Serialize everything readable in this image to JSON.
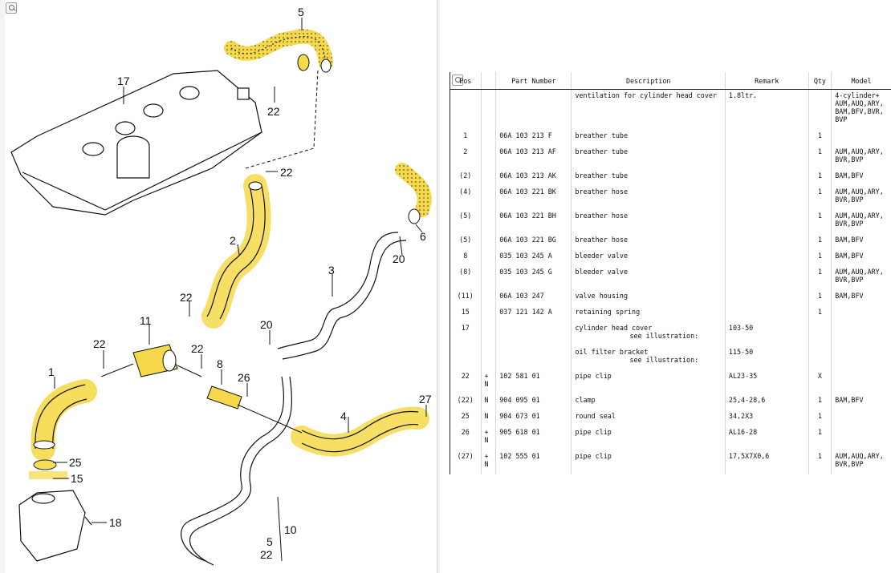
{
  "diagram": {
    "callouts": [
      "5",
      "17",
      "22",
      "22",
      "6",
      "20",
      "2",
      "3",
      "22",
      "11",
      "20",
      "22",
      "22",
      "8",
      "26",
      "1",
      "27",
      "4",
      "25",
      "15",
      "18",
      "10",
      "5",
      "22"
    ]
  },
  "table": {
    "headers": {
      "pos": "Pos",
      "part": "Part Number",
      "desc": "Description",
      "remark": "Remark",
      "qty": "Qty",
      "model": "Model"
    },
    "rows": [
      {
        "pos": "",
        "n": "",
        "part": "",
        "desc": "ventilation for cylinder head cover",
        "desc2": "",
        "remark": "1.8ltr.",
        "qty": "",
        "model": "4-cylinder+ AUM,AUQ,ARY, BAM,BFV,BVR, BVP"
      },
      {
        "pos": "1",
        "n": "",
        "part": "06A 103 213 F",
        "desc": "breather tube",
        "desc2": "",
        "remark": "",
        "qty": "1",
        "model": ""
      },
      {
        "pos": "2",
        "n": "",
        "part": "06A 103 213 AF",
        "desc": "breather tube",
        "desc2": "",
        "remark": "",
        "qty": "1",
        "model": "AUM,AUQ,ARY, BVR,BVP"
      },
      {
        "pos": "(2)",
        "n": "",
        "part": "06A 103 213 AK",
        "desc": "breather tube",
        "desc2": "",
        "remark": "",
        "qty": "1",
        "model": "BAM,BFV"
      },
      {
        "pos": "(4)",
        "n": "",
        "part": "06A 103 221 BK",
        "desc": "breather hose",
        "desc2": "",
        "remark": "",
        "qty": "1",
        "model": "AUM,AUQ,ARY, BVR,BVP"
      },
      {
        "pos": "(5)",
        "n": "",
        "part": "06A 103 221 BH",
        "desc": "breather hose",
        "desc2": "",
        "remark": "",
        "qty": "1",
        "model": "AUM,AUQ,ARY, BVR,BVP"
      },
      {
        "pos": "(5)",
        "n": "",
        "part": "06A 103 221 BG",
        "desc": "breather hose",
        "desc2": "",
        "remark": "",
        "qty": "1",
        "model": "BAM,BFV"
      },
      {
        "pos": "8",
        "n": "",
        "part": "035 103 245 A",
        "desc": "bleeder valve",
        "desc2": "",
        "remark": "",
        "qty": "1",
        "model": "BAM,BFV"
      },
      {
        "pos": "(8)",
        "n": "",
        "part": "035 103 245 G",
        "desc": "bleeder valve",
        "desc2": "",
        "remark": "",
        "qty": "1",
        "model": "AUM,AUQ,ARY, BVR,BVP"
      },
      {
        "pos": "(11)",
        "n": "",
        "part": "06A 103 247",
        "desc": "valve housing",
        "desc2": "",
        "remark": "",
        "qty": "1",
        "model": "BAM,BFV"
      },
      {
        "pos": "15",
        "n": "",
        "part": "037 121 142 A",
        "desc": "retaining spring",
        "desc2": "",
        "remark": "",
        "qty": "1",
        "model": ""
      },
      {
        "pos": "17",
        "n": "",
        "part": "",
        "desc": "cylinder head cover",
        "desc2": "see illustration:",
        "remark": "103-50",
        "qty": "",
        "model": ""
      },
      {
        "pos": "",
        "n": "",
        "part": "",
        "desc": "oil filter bracket",
        "desc2": "see illustration:",
        "remark": "115-50",
        "qty": "",
        "model": ""
      },
      {
        "pos": "22",
        "n": "+ N",
        "part": "102 581 01",
        "desc": "pipe clip",
        "desc2": "",
        "remark": "AL23-35",
        "qty": "X",
        "model": ""
      },
      {
        "pos": "(22)",
        "n": "N",
        "part": "904 095 01",
        "desc": "clamp",
        "desc2": "",
        "remark": "25,4-28,6",
        "qty": "1",
        "model": "BAM,BFV"
      },
      {
        "pos": "25",
        "n": "N",
        "part": "904 673 01",
        "desc": "round seal",
        "desc2": "",
        "remark": "34,2X3",
        "qty": "1",
        "model": ""
      },
      {
        "pos": "26",
        "n": "+ N",
        "part": "905 618 01",
        "desc": "pipe clip",
        "desc2": "",
        "remark": "AL16-28",
        "qty": "1",
        "model": ""
      },
      {
        "pos": "(27)",
        "n": "+ N",
        "part": "102 555 01",
        "desc": "pipe clip",
        "desc2": "",
        "remark": "17,5X7X0,6",
        "qty": "1",
        "model": "AUM,AUQ,ARY, BVR,BVP"
      }
    ]
  },
  "colors": {
    "highlight": "#f6d94a",
    "line": "#111111"
  }
}
